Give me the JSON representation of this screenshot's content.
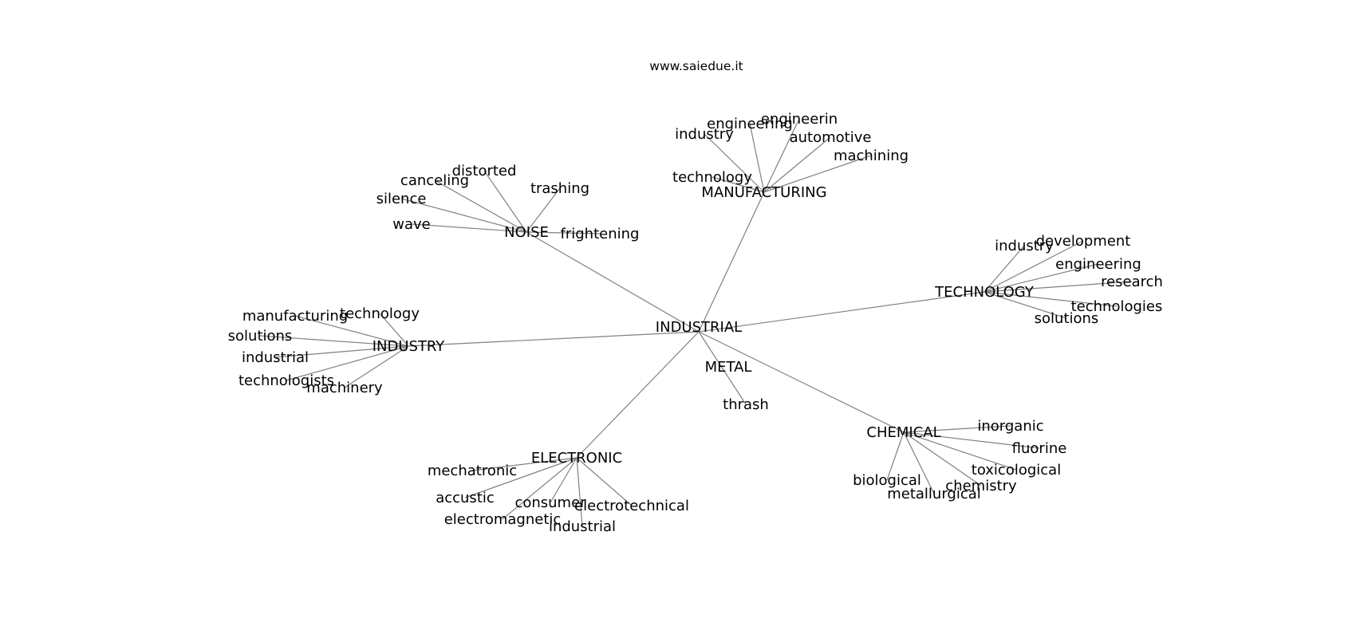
{
  "site": "www.saiedue.it",
  "root": "INDUSTRIAL",
  "clusters": [
    {
      "key": "manufacturing",
      "label": "MANUFACTURING",
      "terms": [
        "industry",
        "engineering",
        "engineerin",
        "automotive",
        "machining",
        "technology"
      ]
    },
    {
      "key": "noise",
      "label": "NOISE",
      "terms": [
        "distorted",
        "canceling",
        "trashing",
        "silence",
        "wave",
        "frightening"
      ]
    },
    {
      "key": "technology",
      "label": "TECHNOLOGY",
      "terms": [
        "industry",
        "development",
        "engineering",
        "research",
        "technologies",
        "solutions"
      ]
    },
    {
      "key": "industry",
      "label": "INDUSTRY",
      "terms": [
        "manufacturing",
        "technology",
        "solutions",
        "industrial",
        "technologists",
        "machinery"
      ]
    },
    {
      "key": "metal",
      "label": "METAL",
      "terms": [
        "thrash"
      ]
    },
    {
      "key": "chemical",
      "label": "CHEMICAL",
      "terms": [
        "inorganic",
        "fluorine",
        "toxicological",
        "biological",
        "chemistry",
        "metallurgical"
      ]
    },
    {
      "key": "electronic",
      "label": "ELECTRONIC",
      "terms": [
        "mechatronic",
        "accustic",
        "consumer",
        "electrotechnical",
        "electromagnetic",
        "industrial"
      ]
    }
  ]
}
